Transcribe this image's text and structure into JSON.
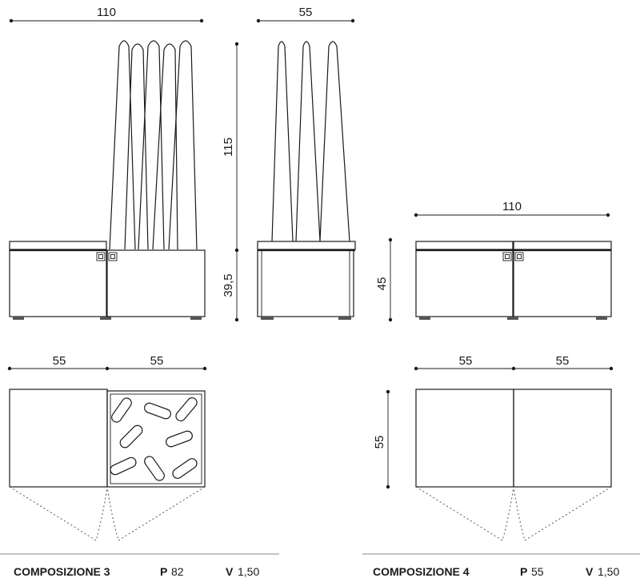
{
  "dimensions": {
    "front3_width": "110",
    "side3_width": "55",
    "side3_height_total": "115",
    "side3_height_seat": "39,5",
    "front4_width": "110",
    "front4_height": "45",
    "plan3_left_width": "55",
    "plan3_right_width": "55",
    "plan4_left_width": "55",
    "plan4_right_width": "55",
    "plan4_depth": "55"
  },
  "captions": {
    "comp3": {
      "name": "COMPOSIZIONE 3",
      "p_label": "P",
      "p_value": "82",
      "v_label": "V",
      "v_value": "1,50"
    },
    "comp4": {
      "name": "COMPOSIZIONE 4",
      "p_label": "P",
      "p_value": "55",
      "v_label": "V",
      "v_value": "1,50"
    }
  }
}
